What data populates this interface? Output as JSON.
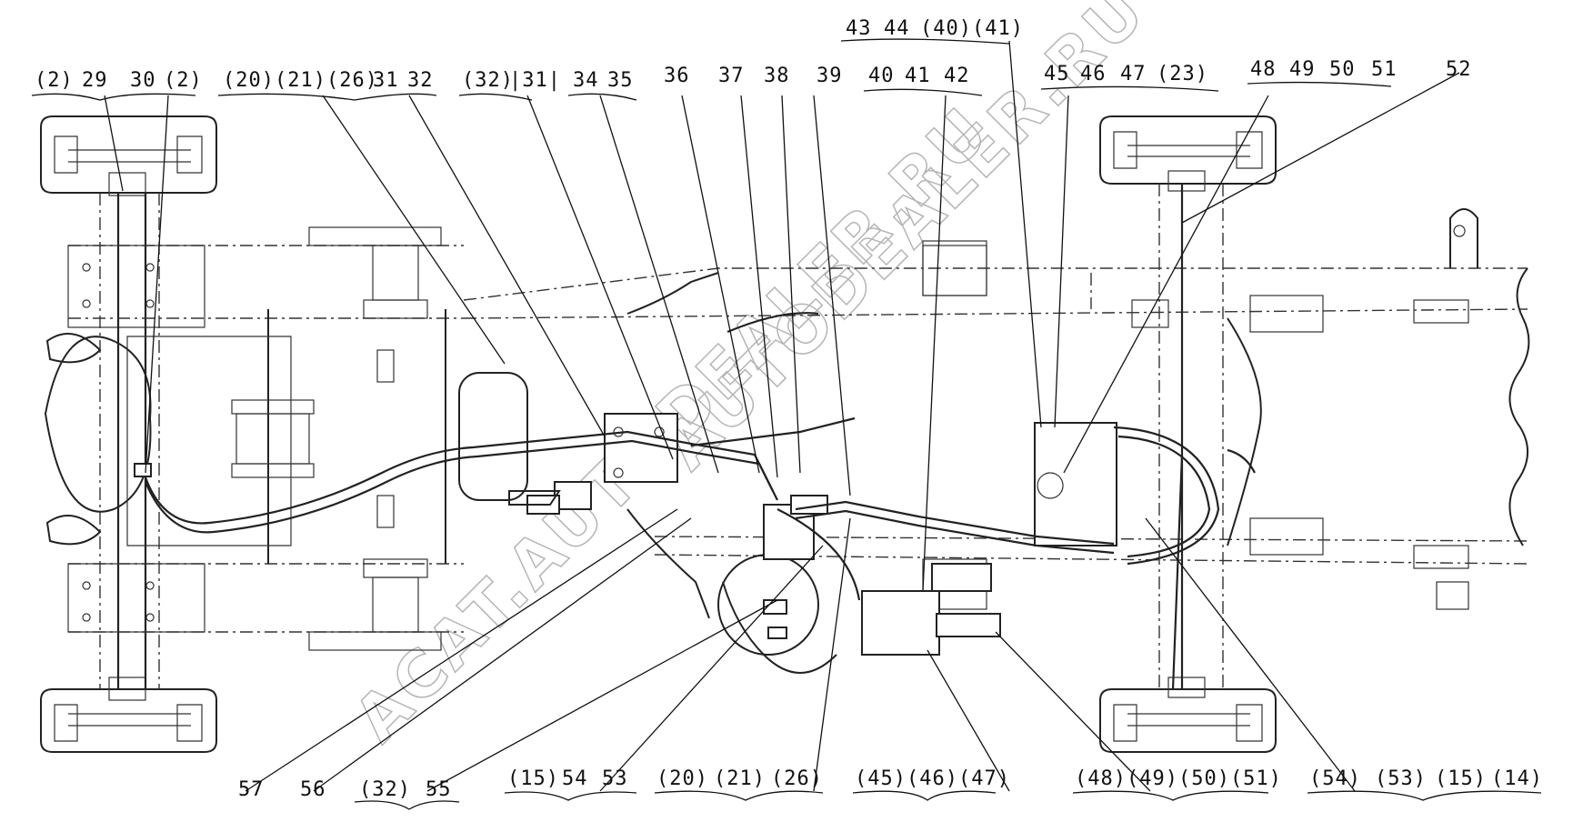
{
  "diagram": {
    "watermark_top": "AUTODEALER.RU",
    "watermark_bottom": "ACAT.AUTODEALER.RU",
    "top_labels": [
      {
        "id": "t1",
        "text": "(2)"
      },
      {
        "id": "t2",
        "text": "29"
      },
      {
        "id": "t3",
        "text": "30"
      },
      {
        "id": "t4",
        "text": "(2)"
      },
      {
        "id": "t5",
        "text": "(20)(21)(26)"
      },
      {
        "id": "t6",
        "text": "31"
      },
      {
        "id": "t7",
        "text": "32"
      },
      {
        "id": "t8",
        "text": "(32)"
      },
      {
        "id": "t9",
        "text": "|31|"
      },
      {
        "id": "t10",
        "text": "34"
      },
      {
        "id": "t11",
        "text": "35"
      },
      {
        "id": "t12",
        "text": "36"
      },
      {
        "id": "t13",
        "text": "37"
      },
      {
        "id": "t14",
        "text": "38"
      },
      {
        "id": "t15",
        "text": "39"
      },
      {
        "id": "t16",
        "text": "40"
      },
      {
        "id": "t17",
        "text": "41"
      },
      {
        "id": "t18",
        "text": "42"
      },
      {
        "id": "t19",
        "text": "43"
      },
      {
        "id": "t20",
        "text": "44"
      },
      {
        "id": "t21",
        "text": "(40)(41)"
      },
      {
        "id": "t22",
        "text": "45"
      },
      {
        "id": "t23",
        "text": "46"
      },
      {
        "id": "t24",
        "text": "47"
      },
      {
        "id": "t25",
        "text": "(23)"
      },
      {
        "id": "t26",
        "text": "48"
      },
      {
        "id": "t27",
        "text": "49"
      },
      {
        "id": "t28",
        "text": "50"
      },
      {
        "id": "t29",
        "text": "51"
      },
      {
        "id": "t30",
        "text": "52"
      }
    ],
    "bottom_labels": [
      {
        "id": "b1",
        "text": "57"
      },
      {
        "id": "b2",
        "text": "56"
      },
      {
        "id": "b3",
        "text": "(32)"
      },
      {
        "id": "b4",
        "text": "55"
      },
      {
        "id": "b5",
        "text": "(15)"
      },
      {
        "id": "b6",
        "text": "54"
      },
      {
        "id": "b7",
        "text": "53"
      },
      {
        "id": "b8",
        "text": "(20)"
      },
      {
        "id": "b9",
        "text": "(21)"
      },
      {
        "id": "b10",
        "text": "(26)"
      },
      {
        "id": "b11",
        "text": "(45)(46)(47)"
      },
      {
        "id": "b12",
        "text": "(48)(49)(50)(51)"
      },
      {
        "id": "b13",
        "text": "(54)"
      },
      {
        "id": "b14",
        "text": "(53)"
      },
      {
        "id": "b15",
        "text": "(15)"
      },
      {
        "id": "b16",
        "text": "(14)"
      }
    ]
  }
}
